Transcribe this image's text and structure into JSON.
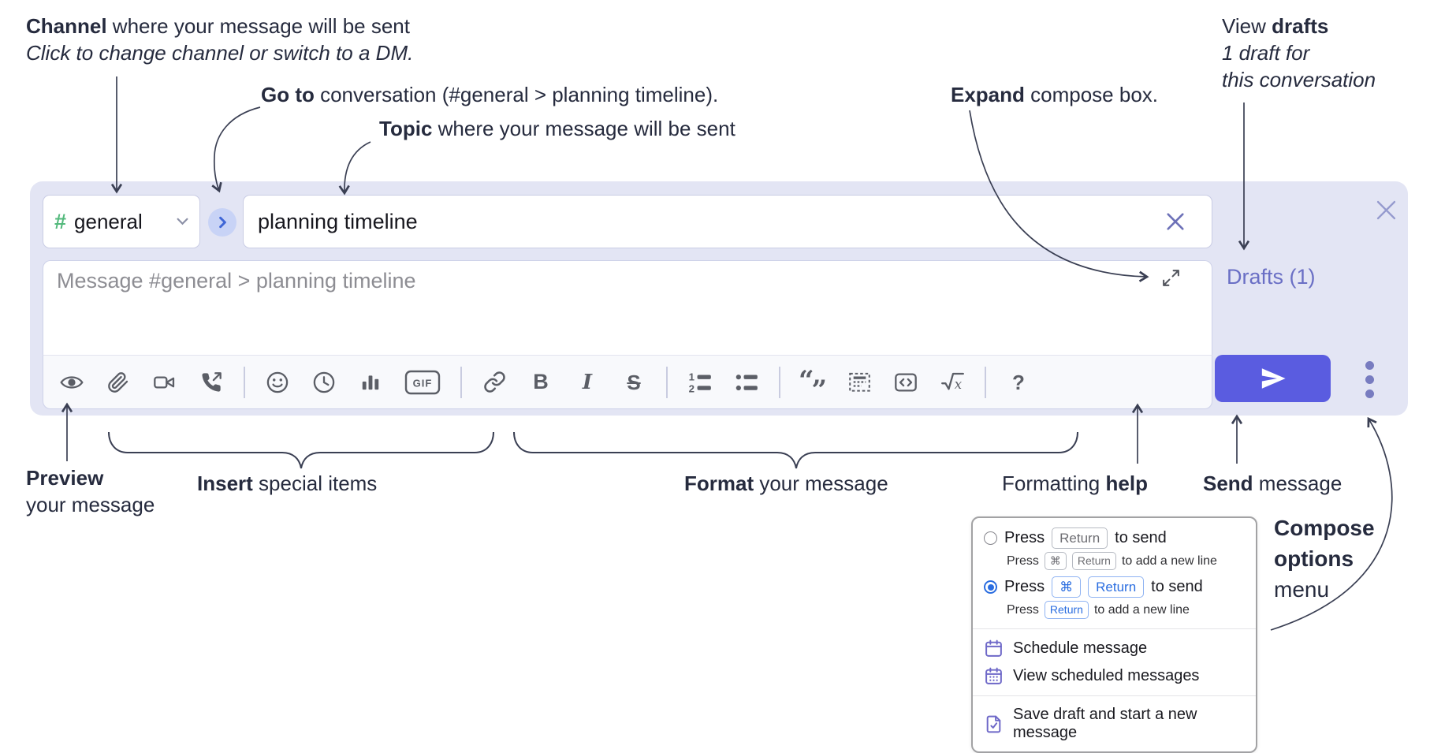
{
  "colors": {
    "accent_send": "#5a5ce0",
    "compose_bg": "#e3e5f4",
    "drafts_purple": "#6a6fc5",
    "channel_green": "#53b97c",
    "key_blue": "#2a6de0",
    "menu_icon_purple": "#6e68c8",
    "annotation_ink": "#262b3e"
  },
  "annotations": {
    "channel": {
      "bold": "Channel",
      "rest": " where your message will be sent",
      "sub": "Click to change channel or switch to a DM."
    },
    "goto": {
      "bold": "Go to",
      "rest": " conversation (#general > planning timeline)."
    },
    "topic": {
      "bold": "Topic",
      "rest": " where your message will be sent"
    },
    "expand": {
      "bold": "Expand",
      "rest": " compose box."
    },
    "drafts": {
      "pre": "View ",
      "bold": "drafts",
      "line2": "1 draft for",
      "line3": "this conversation"
    },
    "preview": {
      "bold": "Preview",
      "line2": "your message"
    },
    "insert": {
      "bold": "Insert",
      "rest": " special items"
    },
    "format": {
      "bold": "Format",
      "rest": " your message"
    },
    "help": {
      "pre": "Formatting ",
      "bold": "help"
    },
    "send": {
      "bold": "Send",
      "rest": " message"
    },
    "compose_options": {
      "line1": "Compose",
      "line2": "options",
      "line3": "menu"
    }
  },
  "compose": {
    "channel_hash": "#",
    "channel_name": "general",
    "topic_value": "planning timeline",
    "message_placeholder": "Message #general > planning timeline",
    "drafts_link": "Drafts (1)",
    "gif_label": "GIF",
    "toolbar_icons": [
      "preview",
      "attach",
      "video-call",
      "audio-call",
      "emoji",
      "time",
      "poll",
      "gif",
      "link",
      "bold",
      "italic",
      "strikethrough",
      "numbered-list",
      "bulleted-list",
      "quote",
      "spoiler",
      "code",
      "math",
      "help"
    ]
  },
  "popup": {
    "option1": {
      "press": "Press",
      "key": "Return",
      "tail": "to send",
      "sub_press": "Press",
      "sub_keys": [
        "⌘",
        "Return"
      ],
      "sub_tail": "to add a new line"
    },
    "option2": {
      "press": "Press",
      "keys": [
        "⌘",
        "Return"
      ],
      "tail": "to send",
      "sub_press": "Press",
      "sub_key": "Return",
      "sub_tail": "to add a new line"
    },
    "schedule": "Schedule message",
    "view_scheduled": "View scheduled messages",
    "save_draft": "Save draft and start a new message"
  }
}
